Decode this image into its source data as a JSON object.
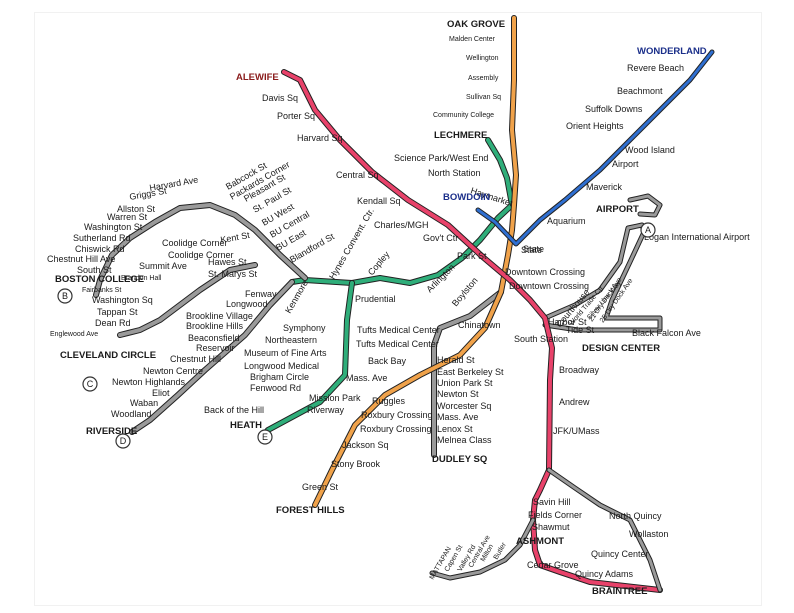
{
  "colors": {
    "red": "#e8426a",
    "orange": "#f0a24a",
    "blue": "#2f6fd1",
    "green": "#2fae7a",
    "silver": "#9a9a9a",
    "outline": "#222222"
  },
  "lines": {
    "red": {
      "terminus_north": "ALEWIFE",
      "terminus_south": "BRAINTREE",
      "terminus_ashmont": "ASHMONT"
    },
    "orange": {
      "terminus_north": "OAK GROVE",
      "terminus_south": "FOREST HILLS"
    },
    "blue": {
      "terminus_east": "WONDERLAND",
      "terminus_west": "BOWDOIN"
    },
    "green": {
      "terminus_north": "LECHMERE",
      "terminus_e": "HEATH",
      "branch_b": "BOSTON COLLEGE",
      "branch_c": "CLEVELAND CIRCLE",
      "branch_d": "RIVERSIDE"
    },
    "silver": {
      "terminus": "DUDLEY SQ"
    },
    "mattapan": {
      "terminus": "MATTAPAN"
    }
  },
  "stations": {
    "red": [
      "Davis Sq",
      "Porter Sq",
      "Harvard Sq",
      "Central Sq",
      "Kendall Sq",
      "Charles/MGH",
      "Park St",
      "Downtown Crossing",
      "South Station",
      "Broadway",
      "Andrew",
      "JFK/UMass",
      "Savin Hill",
      "Fields Corner",
      "Shawmut",
      "North Quincy",
      "Wollaston",
      "Quincy Center",
      "Quincy Adams"
    ],
    "mattapan": [
      "Cedar Grove",
      "Butler",
      "Milton",
      "Central Ave",
      "Valley Rd",
      "Capen St"
    ],
    "orange": [
      "Malden Center",
      "Wellington",
      "Assembly",
      "Sullivan Sq",
      "Community College",
      "North Station",
      "Haymarket",
      "State",
      "Downtown Crossing",
      "Chinatown",
      "Tufts Medical Center",
      "Back Bay",
      "Mass. Ave",
      "Ruggles",
      "Roxbury Crossing",
      "Jackson Sq",
      "Stony Brook",
      "Green St"
    ],
    "blue": [
      "Revere Beach",
      "Beachmont",
      "Suffolk Downs",
      "Orient Heights",
      "Wood Island",
      "Airport",
      "Maverick",
      "Aquarium",
      "State"
    ],
    "green_trunk": [
      "Science Park/West End",
      "Gov't Ctr",
      "Park St",
      "Boylston",
      "Arlington",
      "Copley",
      "Hynes Convent. Ctr.",
      "Kenmore"
    ],
    "green_e": [
      "Prudential",
      "Symphony",
      "Northeastern",
      "Museum of Fine Arts",
      "Longwood Medical",
      "Brigham Circle",
      "Fenwood Rd",
      "Mission Park",
      "Riverway",
      "Back of the Hill"
    ],
    "green_d": [
      "Fenway",
      "Longwood",
      "Brookline Village",
      "Brookline Hills",
      "Beaconsfield",
      "Reservoir",
      "Chestnut Hill",
      "Newton Centre",
      "Newton Highlands",
      "Eliot",
      "Waban",
      "Woodland"
    ],
    "green_c": [
      "Kent St",
      "Hawes St",
      "St. Marys St",
      "Coolidge Corner",
      "Summit Ave",
      "Brandon Hall",
      "Fairbanks St",
      "Washington Sq",
      "Tappan St",
      "Dean Rd",
      "Englewood Ave"
    ],
    "green_b": [
      "Blandford St",
      "BU East",
      "BU Central",
      "BU West",
      "St. Paul St",
      "Pleasant St",
      "Babcock St",
      "Packards Corner",
      "Harvard Ave",
      "Griggs St",
      "Allston St",
      "Warren St",
      "Washington St",
      "Sutherland Rd",
      "Chiswick Rd",
      "Chestnut Hill Ave",
      "South St"
    ],
    "silver_washington": [
      "Herald St",
      "East Berkeley St",
      "Union Park St",
      "Newton St",
      "Worcester Sq",
      "Mass. Ave",
      "Lenox St",
      "Melnea Class"
    ],
    "silver_waterfront": [
      "Courthouse",
      "World Trade Ctr",
      "Silver Line Way",
      "Harbor St",
      "Tide St",
      "21 Dry Dock Ave",
      "25 Dry Dock Ave",
      "DESIGN CENTER",
      "Black Falcon Ave",
      "AIRPORT",
      "Logan International Airport"
    ]
  },
  "branch_letters": [
    "A",
    "B",
    "C",
    "D",
    "E"
  ]
}
